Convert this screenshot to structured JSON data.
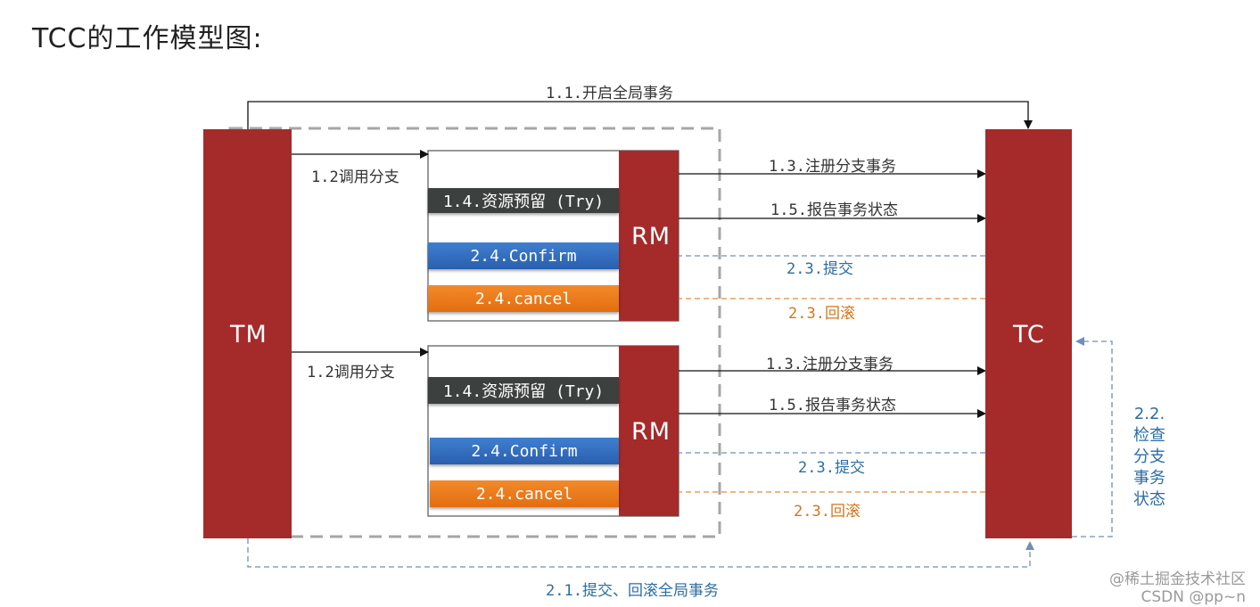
{
  "title": "TCC的工作模型图:",
  "nodes": {
    "tm": "TM",
    "tc": "TC",
    "rm1": "RM",
    "rm2": "RM"
  },
  "rm_groups": [
    {
      "call_label": "1.2调用分支",
      "try_label": "1.4.资源预留 (Try)",
      "confirm_label": "2.4.Confirm",
      "cancel_label": "2.4.cancel",
      "register_label": "1.3.注册分支事务",
      "report_label": "1.5.报告事务状态",
      "commit_label": "2.3.提交",
      "rollback_label": "2.3.回滚"
    },
    {
      "call_label": "1.2调用分支",
      "try_label": "1.4.资源预留 (Try)",
      "confirm_label": "2.4.Confirm",
      "cancel_label": "2.4.cancel",
      "register_label": "1.3.注册分支事务",
      "report_label": "1.5.报告事务状态",
      "commit_label": "2.3.提交",
      "rollback_label": "2.3.回滚"
    }
  ],
  "flows": {
    "begin_global": "1.1.开启全局事务",
    "commit_rollback_global": "2.1.提交、回滚全局事务",
    "check_status": [
      "2.2.",
      "检查",
      "分支",
      "事务",
      "状态"
    ]
  },
  "watermark": {
    "line1": "@稀土掘金技术社区",
    "line2": "CSDN @pp~n"
  },
  "colors": {
    "node_red": "#a52a2a",
    "try_dark": "#3c4140",
    "confirm_blue": "#2f6bbf",
    "cancel_orange": "#ee7d1e",
    "dashed_blue": "#6f8fb8",
    "dashed_orange": "#e08a3e",
    "dashed_box_gray": "#a6a6a6"
  }
}
